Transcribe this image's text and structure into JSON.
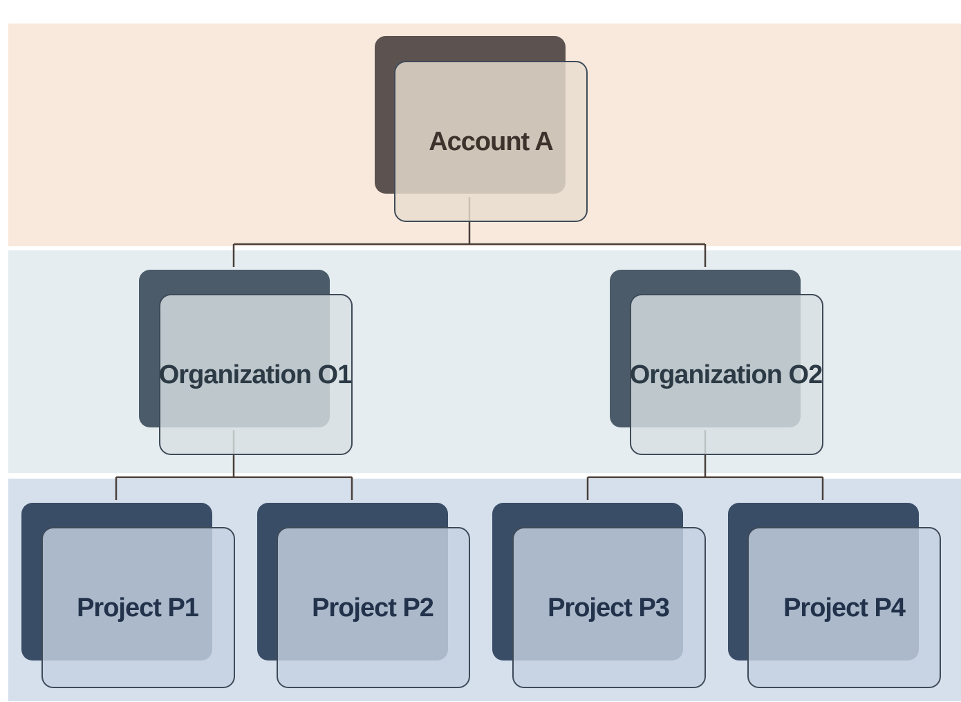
{
  "colors": {
    "background": "#ffffff",
    "band_account": "#f8e9dc",
    "band_organization": "#e5edf0",
    "band_project": "#d5e0ec",
    "connector": "#4a3f3a",
    "account_shadow": "#5c5350",
    "account_card": "#e8ddd0",
    "account_text": "#3d322c",
    "organization_shadow": "#4b5b69",
    "organization_card": "#d7dfe2",
    "organization_text": "#2c3a45",
    "project_shadow": "#3a4d66",
    "project_card": "#c4d1e2",
    "project_text": "#22324a",
    "card_border": "#3f4a58"
  },
  "diagram": {
    "account": {
      "label": "Account A"
    },
    "organizations": [
      {
        "label": "Organization O1"
      },
      {
        "label": "Organization O2"
      }
    ],
    "projects": [
      {
        "label": "Project P1"
      },
      {
        "label": "Project P2"
      },
      {
        "label": "Project P3"
      },
      {
        "label": "Project P4"
      }
    ]
  }
}
